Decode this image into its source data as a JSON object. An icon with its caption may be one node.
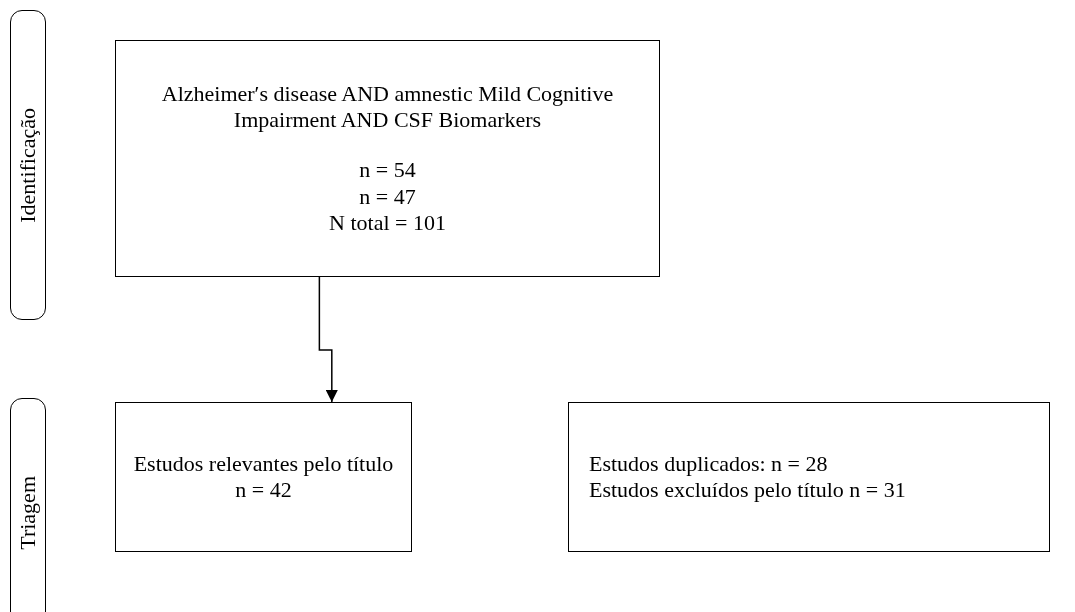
{
  "diagram": {
    "nodes": [
      {
        "text": [
          "Identificação"
        ]
      },
      {
        "text": [
          "Alzheimer′s disease AND amnestic Mild Cognitive Impairment AND CSF Biomarkers",
          "n = 54",
          "n = 47",
          "N total = 101"
        ]
      },
      {
        "text": [
          "Triagem"
        ]
      },
      {
        "text": [
          "Estudos relevantes pelo título",
          "n = 42"
        ]
      },
      {
        "text": [
          "Estudos duplicados: n = 28",
          "Estudos excluídos pelo título n = 31"
        ]
      }
    ],
    "edges": [
      {
        "from": 1,
        "to": 3,
        "arrow": "to"
      }
    ]
  }
}
